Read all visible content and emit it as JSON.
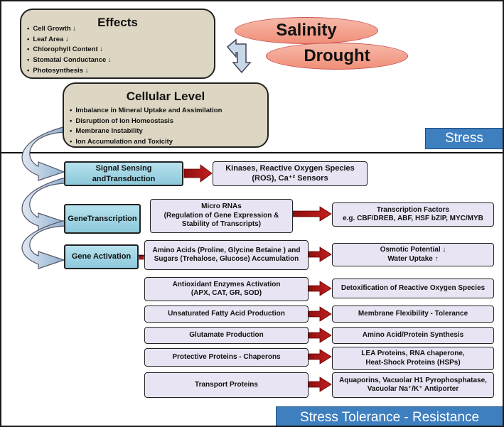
{
  "stressors": [
    "Salinity",
    "Drought"
  ],
  "effects": {
    "title": "Effects",
    "items": [
      "Cell Growth ↓",
      "Leaf Area ↓",
      "Chlorophyll Content ↓",
      "Stomatal Conductance ↓",
      "Photosynthesis ↓"
    ]
  },
  "cellular": {
    "title": "Cellular Level",
    "items": [
      "Imbalance in Mineral Uptake and Assimilation",
      "Disruption of Ion Homeostasis",
      "Membrane Instability",
      "Ion Accumulation and Toxicity"
    ]
  },
  "sections": {
    "stress": "Stress",
    "tolerance": "Stress Tolerance - Resistance"
  },
  "stages": {
    "signal": [
      "Signal Sensing and",
      "Transduction"
    ],
    "transcription": [
      "Gene",
      "Transcription"
    ],
    "activation": [
      "Gene Activation"
    ]
  },
  "signal_output": [
    "Kinases, Reactive Oxygen Species",
    "(ROS), Ca⁺² Sensors"
  ],
  "mirna": [
    "Micro RNAs",
    "(Regulation of Gene Expression &",
    "Stability of Transcripts)"
  ],
  "tf": [
    "Transcription Factors",
    "e.g. CBF/DREB, ABF, HSF bZIP, MYC/MYB"
  ],
  "rows": [
    {
      "left": [
        "Amino Acids (Proline, Glycine Betaine ) and",
        "Sugars (Trehalose, Glucose) Accumulation"
      ],
      "right": [
        "Osmotic Potential ↓",
        "Water Uptake ↑"
      ]
    },
    {
      "left": [
        "Antioxidant Enzymes Activation",
        "(APX, CAT, GR, SOD)"
      ],
      "right": [
        "Detoxification of Reactive Oxygen Species"
      ]
    },
    {
      "left": [
        "Unsaturated Fatty Acid Production"
      ],
      "right": [
        "Membrane Flexibility - Tolerance"
      ]
    },
    {
      "left": [
        "Glutamate Production"
      ],
      "right": [
        "Amino Acid/Protein Synthesis"
      ]
    },
    {
      "left": [
        "Protective Proteins - Chaperons"
      ],
      "right": [
        "LEA Proteins, RNA chaperone,",
        "Heat-Shock Proteins (HSPs)"
      ]
    },
    {
      "left": [
        "Transport Proteins"
      ],
      "right": [
        "Aquaporins, Vacuolar H1 Pyrophosphatase,",
        "Vacuolar Na⁺/K⁺ Antiporter"
      ]
    }
  ],
  "colors": {
    "arrow": "#b01818",
    "blue_tag": "#3e7fc0",
    "box_fill": "#e8e4f3",
    "tan": "#ddd6c3"
  }
}
